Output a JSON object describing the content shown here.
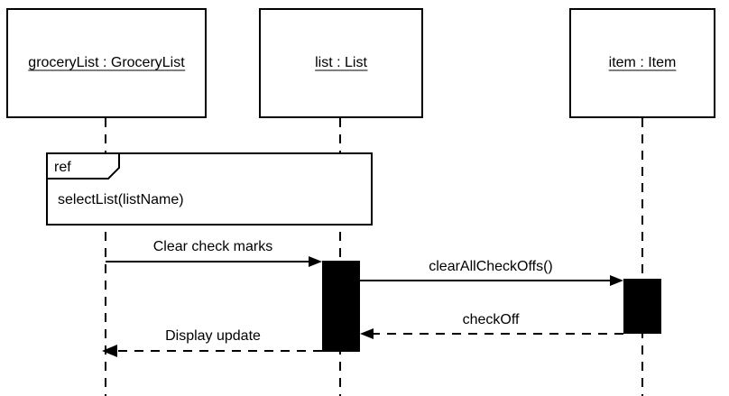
{
  "diagram": {
    "participants": [
      {
        "id": "groceryList",
        "label": "groceryList : GroceryList"
      },
      {
        "id": "list",
        "label": "list : List"
      },
      {
        "id": "item",
        "label": "item : Item"
      }
    ],
    "ref_frame": {
      "tag": "ref",
      "content": "selectList(listName)"
    },
    "messages": [
      {
        "label": "Clear check marks",
        "from": "groceryList",
        "to": "list",
        "style": "sync"
      },
      {
        "label": "clearAllCheckOffs()",
        "from": "list",
        "to": "item",
        "style": "sync"
      },
      {
        "label": "checkOff",
        "from": "item",
        "to": "list",
        "style": "return"
      },
      {
        "label": "Display update",
        "from": "list",
        "to": "groceryList",
        "style": "return"
      }
    ],
    "colors": {
      "line": "#000000",
      "activation": "#000000",
      "background": "#ffffff"
    }
  }
}
